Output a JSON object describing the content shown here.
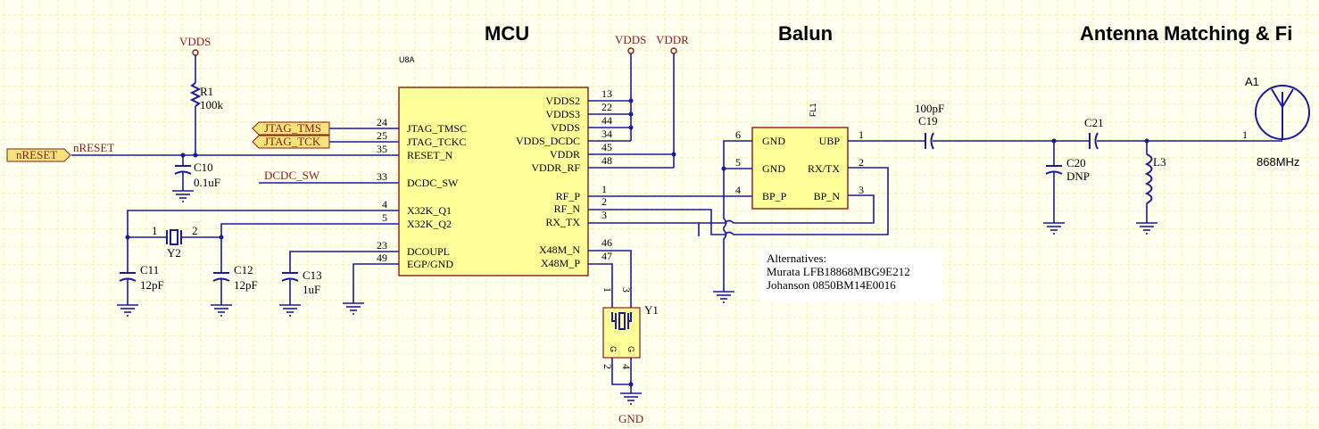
{
  "sections": {
    "mcu": "MCU",
    "balun": "Balun",
    "antenna": "Antenna Matching & Fi"
  },
  "power": {
    "vdds_left": "VDDS",
    "vdds_right": "VDDS",
    "vddr": "VDDR",
    "gnd": "GND"
  },
  "ports": {
    "jtag_tms": "JTAG_TMS",
    "jtag_tck": "JTAG_TCK",
    "nreset": "nRESET"
  },
  "nets": {
    "nreset": "nRESET",
    "dcdc_sw": "DCDC_SW"
  },
  "mcu": {
    "designator": "U8A",
    "left_pins": [
      {
        "num": "24",
        "name": "JTAG_TMSC"
      },
      {
        "num": "25",
        "name": "JTAG_TCKC"
      },
      {
        "num": "35",
        "name": "RESET_N"
      },
      {
        "num": "33",
        "name": "DCDC_SW"
      },
      {
        "num": "4",
        "name": "X32K_Q1"
      },
      {
        "num": "5",
        "name": "X32K_Q2"
      },
      {
        "num": "23",
        "name": "DCOUPL"
      },
      {
        "num": "49",
        "name": "EGP/GND"
      }
    ],
    "right_pins": [
      {
        "num": "13",
        "name": "VDDS2"
      },
      {
        "num": "22",
        "name": "VDDS3"
      },
      {
        "num": "44",
        "name": "VDDS"
      },
      {
        "num": "34",
        "name": "VDDS_DCDC"
      },
      {
        "num": "45",
        "name": "VDDR"
      },
      {
        "num": "48",
        "name": "VDDR_RF"
      },
      {
        "num": "1",
        "name": "RF_P"
      },
      {
        "num": "2",
        "name": "RF_N"
      },
      {
        "num": "3",
        "name": "RX_TX"
      },
      {
        "num": "46",
        "name": "X48M_N"
      },
      {
        "num": "47",
        "name": "X48M_P"
      }
    ]
  },
  "components": {
    "r1": {
      "ref": "R1",
      "value": "100k"
    },
    "c10": {
      "ref": "C10",
      "value": "0.1uF"
    },
    "y2": {
      "ref": "Y2",
      "pin1": "1",
      "pin2": "2"
    },
    "c11": {
      "ref": "C11",
      "value": "12pF"
    },
    "c12": {
      "ref": "C12",
      "value": "12pF"
    },
    "c13": {
      "ref": "C13",
      "value": "1uF"
    },
    "y1": {
      "ref": "Y1",
      "pins": [
        "1",
        "3",
        "2",
        "4"
      ],
      "gpin": "G"
    },
    "c19": {
      "ref": "C19",
      "value": "100pF"
    },
    "c20": {
      "ref": "C20",
      "value": "DNP"
    },
    "c21": {
      "ref": "C21"
    },
    "l3": {
      "ref": "L3"
    },
    "a1": {
      "ref": "A1",
      "value": "868MHz",
      "pin": "1"
    }
  },
  "balun": {
    "designator": "FL1",
    "left_pins": [
      {
        "num": "6",
        "name": "GND"
      },
      {
        "num": "5",
        "name": "GND"
      },
      {
        "num": "4",
        "name": "BP_P"
      }
    ],
    "right_pins": [
      {
        "num": "1",
        "name": "UBP"
      },
      {
        "num": "2",
        "name": "RX/TX"
      },
      {
        "num": "3",
        "name": "BP_N"
      }
    ]
  },
  "note": {
    "title": "Alternatives:",
    "lines": [
      "Murata LFB18868MBG9E212",
      "Johanson 0850BM14E0016"
    ]
  },
  "colors": {
    "background": "#fffff0",
    "grid": "#e8d84a",
    "wire": "#1a1aa0",
    "chip_fill": "#ffff99",
    "power_label": "#8b1a1a",
    "port_fill": "#f6e37a"
  }
}
